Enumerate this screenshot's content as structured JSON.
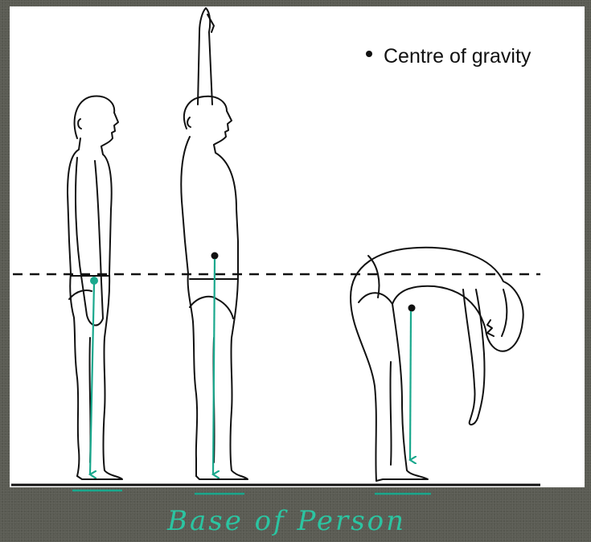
{
  "legend": {
    "label": "Centre of gravity"
  },
  "caption": {
    "text": "Base of Person"
  },
  "colors": {
    "background": "#5b5c54",
    "panel": "#ffffff",
    "outline": "#111111",
    "annotation": "#1aa88d",
    "caption": "#2bc4a1"
  },
  "figures": [
    {
      "pose": "standing-arms-down"
    },
    {
      "pose": "standing-arm-raised"
    },
    {
      "pose": "bending-forward"
    }
  ]
}
